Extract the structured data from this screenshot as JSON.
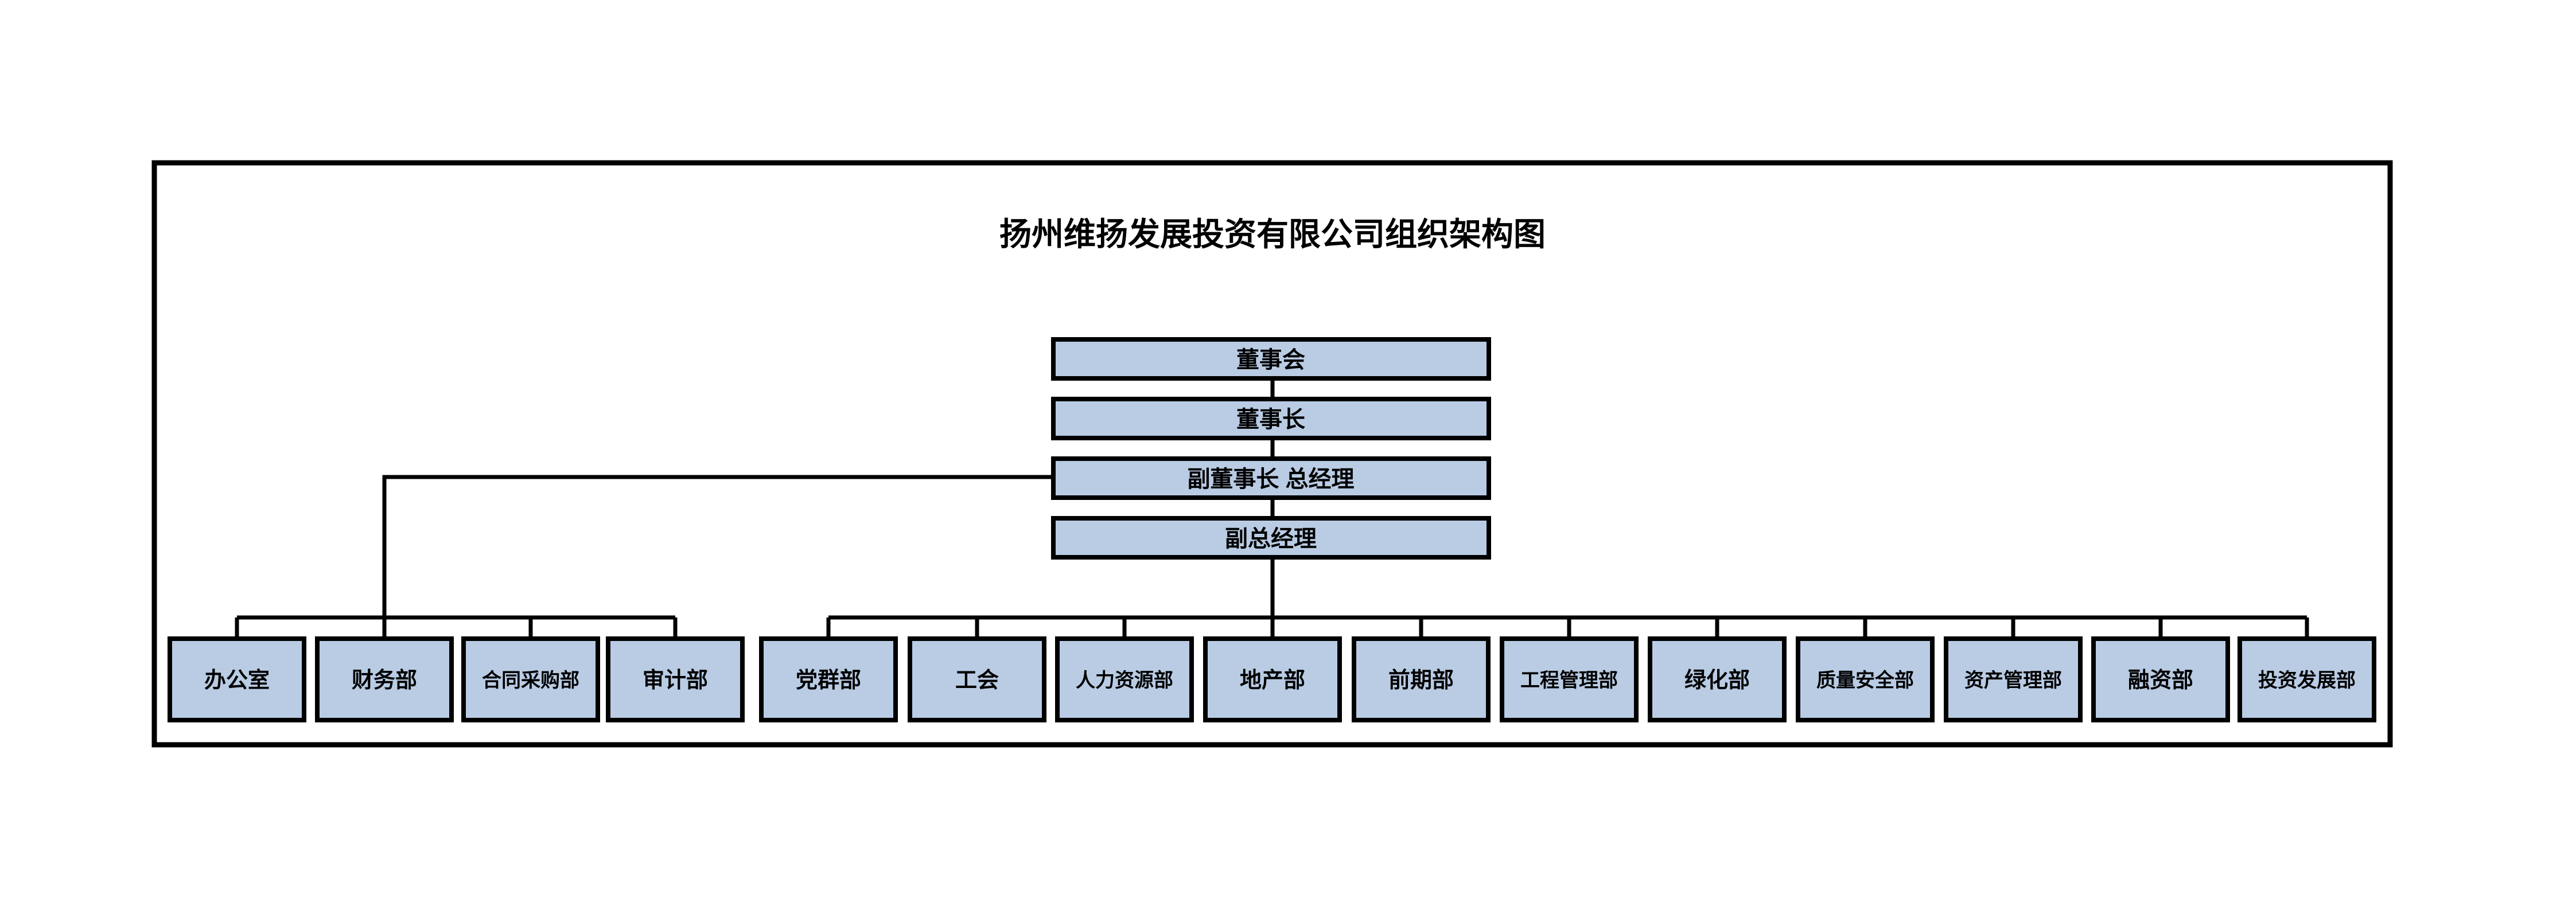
{
  "document": {
    "title": "扬州维扬发展投资有限公司组织架构图",
    "background_color": "#ffffff",
    "frame_border_color": "#000000"
  },
  "theme": {
    "node_fill": "#b9cce4",
    "node_border": "#000000",
    "connector_color": "#000000",
    "text_color": "#000000"
  },
  "chart_data": {
    "type": "diagram",
    "diagram_type": "organizational-chart",
    "title": "扬州维扬发展投资有限公司组织架构图",
    "levels": [
      {
        "level": 1,
        "nodes": [
          {
            "id": "board",
            "label": "董事会"
          }
        ]
      },
      {
        "level": 2,
        "nodes": [
          {
            "id": "chairman",
            "label": "董事长"
          }
        ]
      },
      {
        "level": 3,
        "nodes": [
          {
            "id": "vice-chairman-gm",
            "label": "副董事长 总经理"
          }
        ]
      },
      {
        "level": 4,
        "nodes": [
          {
            "id": "deputy-gm",
            "label": "副总经理"
          }
        ]
      },
      {
        "level": 5,
        "nodes": [
          {
            "id": "dept-1",
            "label": "办公室"
          },
          {
            "id": "dept-2",
            "label": "财务部"
          },
          {
            "id": "dept-3",
            "label": "合同采购部"
          },
          {
            "id": "dept-4",
            "label": "审计部"
          },
          {
            "id": "dept-5",
            "label": "党群部"
          },
          {
            "id": "dept-6",
            "label": "工会"
          },
          {
            "id": "dept-7",
            "label": "人力资源部"
          },
          {
            "id": "dept-8",
            "label": "地产部"
          },
          {
            "id": "dept-9",
            "label": "前期部"
          },
          {
            "id": "dept-10",
            "label": "工程管理部"
          },
          {
            "id": "dept-11",
            "label": "绿化部"
          },
          {
            "id": "dept-12",
            "label": "质量安全部"
          },
          {
            "id": "dept-13",
            "label": "资产管理部"
          },
          {
            "id": "dept-14",
            "label": "融资部"
          },
          {
            "id": "dept-15",
            "label": "投资发展部"
          }
        ]
      }
    ],
    "edges": [
      {
        "from": "board",
        "to": "chairman"
      },
      {
        "from": "chairman",
        "to": "vice-chairman-gm"
      },
      {
        "from": "vice-chairman-gm",
        "to": "deputy-gm"
      },
      {
        "from": "vice-chairman-gm",
        "to": "dept-1"
      },
      {
        "from": "vice-chairman-gm",
        "to": "dept-2"
      },
      {
        "from": "vice-chairman-gm",
        "to": "dept-3"
      },
      {
        "from": "vice-chairman-gm",
        "to": "dept-4"
      },
      {
        "from": "deputy-gm",
        "to": "dept-5"
      },
      {
        "from": "deputy-gm",
        "to": "dept-6"
      },
      {
        "from": "deputy-gm",
        "to": "dept-7"
      },
      {
        "from": "deputy-gm",
        "to": "dept-8"
      },
      {
        "from": "deputy-gm",
        "to": "dept-9"
      },
      {
        "from": "deputy-gm",
        "to": "dept-10"
      },
      {
        "from": "deputy-gm",
        "to": "dept-11"
      },
      {
        "from": "deputy-gm",
        "to": "dept-12"
      },
      {
        "from": "deputy-gm",
        "to": "dept-13"
      },
      {
        "from": "deputy-gm",
        "to": "dept-14"
      },
      {
        "from": "deputy-gm",
        "to": "dept-15"
      }
    ]
  },
  "executives": {
    "board": "董事会",
    "chairman": "董事长",
    "vice_chairman_gm": "副董事长 总经理",
    "deputy_gm": "副总经理"
  },
  "departments": {
    "d1": "办公室",
    "d2": "财务部",
    "d3": "合同采购部",
    "d4": "审计部",
    "d5": "党群部",
    "d6": "工会",
    "d7": "人力资源部",
    "d8": "地产部",
    "d9": "前期部",
    "d10": "工程管理部",
    "d11": "绿化部",
    "d12": "质量安全部",
    "d13": "资产管理部",
    "d14": "融资部",
    "d15": "投资发展部"
  }
}
